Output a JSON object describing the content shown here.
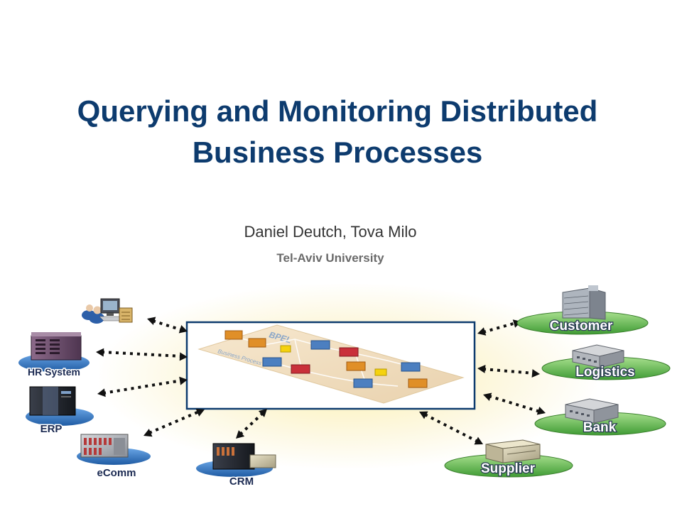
{
  "slide": {
    "title_line1": "Querying and Monitoring Distributed",
    "title_line2": "Business Processes",
    "authors": "Daniel Deutch, Tova Milo",
    "affiliation": "Tel-Aviv University"
  },
  "diagram": {
    "center_labels": {
      "bpel": "BPEL",
      "business_process": "Business Process"
    },
    "systems_left": {
      "hr": "HR System",
      "erp": "ERP",
      "ecomm": "eComm",
      "crm": "CRM"
    },
    "partners_right": {
      "customer": "Customer",
      "logistics": "Logistics",
      "bank": "Bank",
      "supplier": "Supplier"
    },
    "colors": {
      "title": "#0d3b6e",
      "blue_platform": "#2d6fb5",
      "green_platform": "#5cb84a",
      "center_border": "#0d3b6e"
    }
  }
}
